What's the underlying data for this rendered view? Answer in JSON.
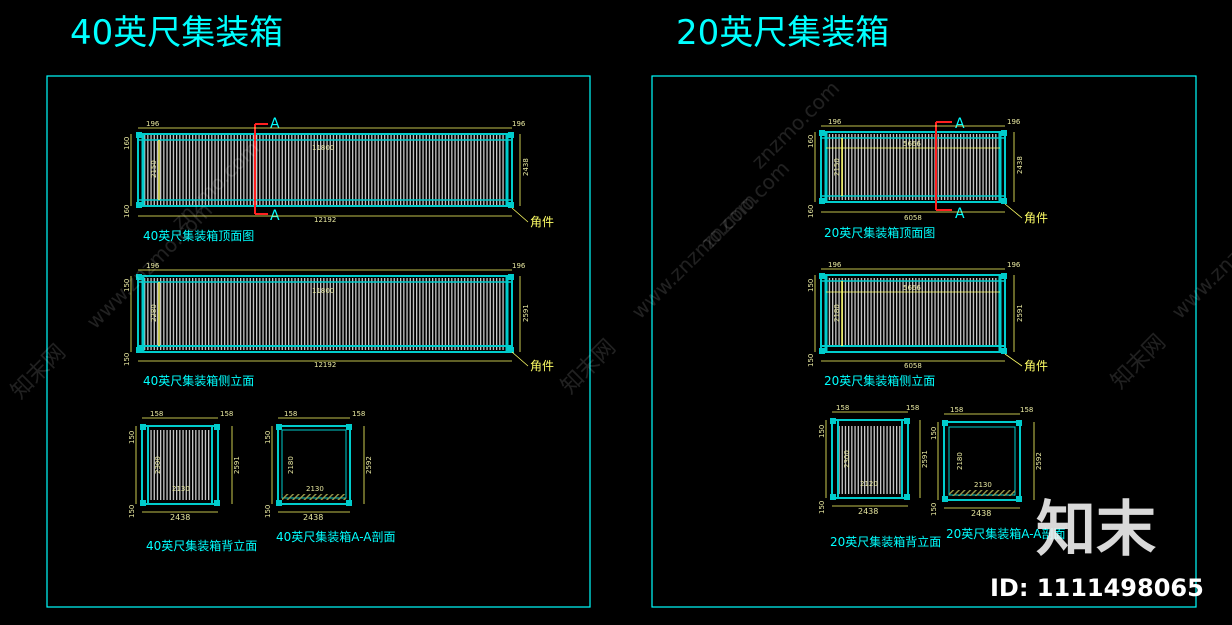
{
  "titles": {
    "left": "40英尺集装箱",
    "right": "20英尺集装箱"
  },
  "left": {
    "top_view": {
      "caption": "40英尺集装箱顶面图",
      "dim_left_end": "196",
      "dim_right_end": "196",
      "dim_inner_length": "11800",
      "dim_total_length": "12192",
      "dim_height": "2438",
      "dim_inner_height": "2150",
      "dim_side_top": "160",
      "dim_side_bottom": "160",
      "corner_label": "角件",
      "section_mark_top": "A",
      "section_mark_bottom": "A"
    },
    "side_view": {
      "caption": "40英尺集装箱侧立面",
      "dim_left_end": "196",
      "dim_right_end": "196",
      "dim_inner_length": "11800",
      "dim_total_length": "12192",
      "dim_height": "2591",
      "dim_inner_height": "2280",
      "dim_side_top": "150",
      "dim_side_bottom": "150",
      "corner_label": "角件"
    },
    "back_view": {
      "caption": "40英尺集装箱背立面",
      "dim_left": "158",
      "dim_right": "158",
      "dim_inner_width": "2130",
      "dim_total_width": "2438",
      "dim_inner_height": "2300",
      "dim_height": "2591",
      "dim_side_top": "150",
      "dim_side_bottom": "150"
    },
    "section_view": {
      "caption": "40英尺集装箱A-A剖面",
      "dim_left": "158",
      "dim_right": "158",
      "dim_inner_width": "2130",
      "dim_total_width": "2438",
      "dim_inner_height": "2180",
      "dim_height": "2592",
      "dim_side_top": "150",
      "dim_side_bottom": "150"
    }
  },
  "right": {
    "top_view": {
      "caption": "20英尺集装箱顶面图",
      "dim_left_end": "196",
      "dim_right_end": "196",
      "dim_inner_length": "5666",
      "dim_total_length": "6058",
      "dim_height": "2438",
      "dim_inner_height": "2150",
      "dim_side_top": "160",
      "dim_side_bottom": "160",
      "corner_label": "角件",
      "section_mark_top": "A",
      "section_mark_bottom": "A"
    },
    "side_view": {
      "caption": "20英尺集装箱侧立面",
      "dim_left_end": "196",
      "dim_right_end": "196",
      "dim_inner_length": "5666",
      "dim_total_length": "6058",
      "dim_height": "2591",
      "dim_inner_height": "2180",
      "dim_side_top": "150",
      "dim_side_bottom": "150",
      "corner_label": "角件"
    },
    "back_view": {
      "caption": "20英尺集装箱背立面",
      "dim_left": "158",
      "dim_right": "158",
      "dim_inner_width": "2120",
      "dim_total_width": "2438",
      "dim_inner_height": "2300",
      "dim_height": "2591",
      "dim_side_top": "150",
      "dim_side_bottom": "150"
    },
    "section_view": {
      "caption": "20英尺集装箱A-A剖面",
      "dim_left": "158",
      "dim_right": "158",
      "dim_inner_width": "2130",
      "dim_total_width": "2438",
      "dim_inner_height": "2180",
      "dim_height": "2592",
      "dim_side_top": "150",
      "dim_side_bottom": "150"
    }
  },
  "watermark": {
    "site": "znzmo.com",
    "site_www": "www.znzmo.com",
    "brand_cn": "知末网",
    "logo_text": "知末",
    "id_label": "ID: 1111498065"
  },
  "colors": {
    "background": "#000000",
    "frame": "#00ffff",
    "container_outline": "#00cccc",
    "corrugation": "#d8d8d8",
    "dimension": "#ffff66",
    "section_line": "#ff2020",
    "caption": "#00ffff",
    "dim_text": "#e8e8a0"
  }
}
